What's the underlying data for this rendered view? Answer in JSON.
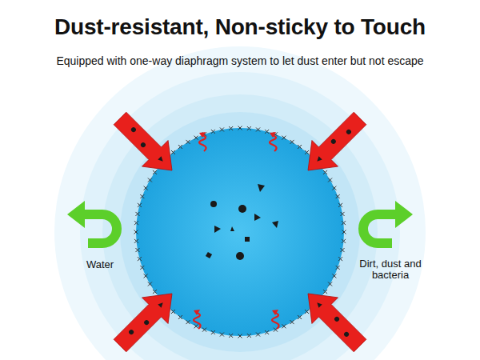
{
  "diagram": {
    "title": "Dust-resistant, Non-sticky to Touch",
    "labels": [
      "Equipped with one-way diaphragm system to let dust enter but not escape",
      "Water",
      "Dirt, dust and bacteria"
    ]
  }
}
